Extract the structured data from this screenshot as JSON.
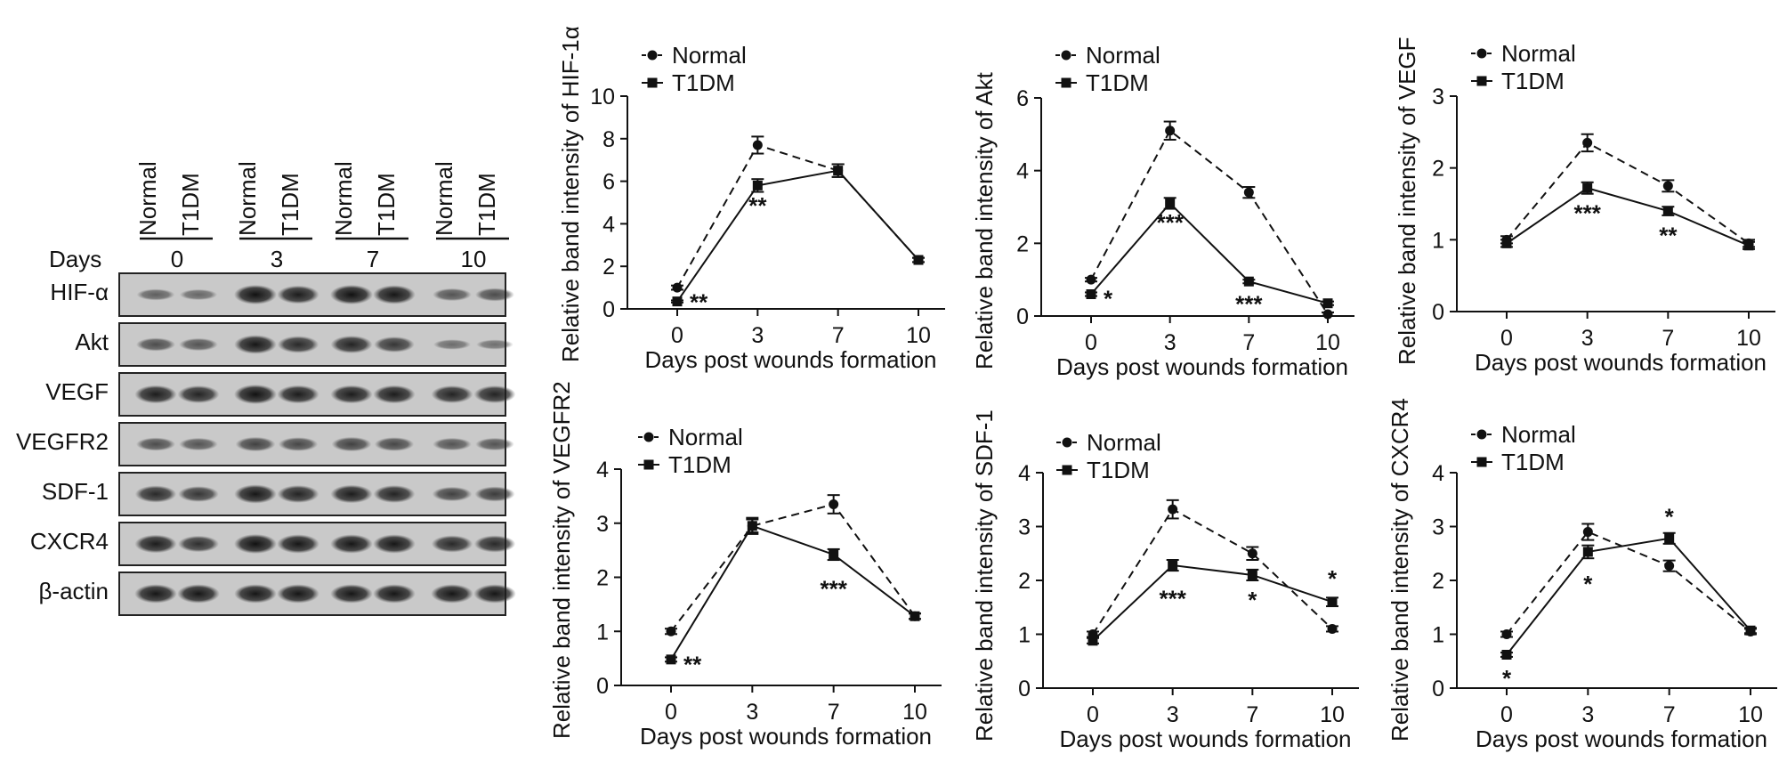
{
  "blot": {
    "groups": [
      "Normal",
      "T1DM",
      "Normal",
      "T1DM",
      "Normal",
      "T1DM",
      "Normal",
      "T1DM"
    ],
    "days_label": "Days",
    "days": [
      "0",
      "3",
      "7",
      "10"
    ],
    "proteins": [
      "HIF-α",
      "Akt",
      "VEGF",
      "VEGFR2",
      "SDF-1",
      "CXCR4",
      "β-actin"
    ]
  },
  "chart_data": [
    {
      "type": "line",
      "title": "",
      "xlabel": "Days post wounds formation",
      "ylabel": "Relative band intensity of HIF-1α",
      "categories": [
        "0",
        "3",
        "7",
        "10"
      ],
      "ylim": [
        0,
        10
      ],
      "yticks": [
        0,
        2,
        4,
        6,
        8,
        10
      ],
      "legend": "top-left",
      "grid": false,
      "series": [
        {
          "name": "Normal",
          "values": [
            1.0,
            7.7,
            6.5,
            2.3
          ],
          "errors": [
            0.1,
            0.4,
            0.3,
            0.1
          ],
          "line": "dashed",
          "marker": "circle"
        },
        {
          "name": "T1DM",
          "values": [
            0.35,
            5.8,
            6.5,
            2.3
          ],
          "errors": [
            0.05,
            0.3,
            0.3,
            0.1
          ],
          "line": "solid",
          "marker": "square"
        }
      ],
      "significance": [
        {
          "day": "0",
          "label": "**",
          "at": 0.35,
          "side": "right"
        },
        {
          "day": "3",
          "label": "**",
          "at": 4.9,
          "side": "below"
        }
      ]
    },
    {
      "type": "line",
      "title": "",
      "xlabel": "Days post wounds formation",
      "ylabel": "Relative band intensity of Akt",
      "categories": [
        "0",
        "3",
        "7",
        "10"
      ],
      "ylim": [
        0,
        6
      ],
      "yticks": [
        0,
        2,
        4,
        6
      ],
      "legend": "top-left",
      "grid": false,
      "series": [
        {
          "name": "Normal",
          "values": [
            1.0,
            5.1,
            3.4,
            0.05
          ],
          "errors": [
            0.05,
            0.25,
            0.15,
            0.05
          ],
          "line": "dashed",
          "marker": "circle"
        },
        {
          "name": "T1DM",
          "values": [
            0.6,
            3.1,
            0.95,
            0.35
          ],
          "errors": [
            0.05,
            0.15,
            0.05,
            0.05
          ],
          "line": "solid",
          "marker": "square"
        }
      ],
      "significance": [
        {
          "day": "0",
          "label": "*",
          "at": 0.5,
          "side": "right"
        },
        {
          "day": "3",
          "label": "***",
          "at": 2.6,
          "side": "below"
        },
        {
          "day": "7",
          "label": "***",
          "at": 0.35,
          "side": "below"
        }
      ]
    },
    {
      "type": "line",
      "title": "",
      "xlabel": "Days post wounds formation",
      "ylabel": "Relative band intensity of VEGF",
      "categories": [
        "0",
        "3",
        "7",
        "10"
      ],
      "ylim": [
        0,
        3
      ],
      "yticks": [
        0,
        1,
        2,
        3
      ],
      "legend": "top-left",
      "grid": false,
      "series": [
        {
          "name": "Normal",
          "values": [
            1.0,
            2.35,
            1.75,
            0.95
          ],
          "errors": [
            0.05,
            0.12,
            0.08,
            0.05
          ],
          "line": "dashed",
          "marker": "circle"
        },
        {
          "name": "T1DM",
          "values": [
            0.95,
            1.72,
            1.4,
            0.92
          ],
          "errors": [
            0.05,
            0.08,
            0.06,
            0.05
          ],
          "line": "solid",
          "marker": "square"
        }
      ],
      "significance": [
        {
          "day": "3",
          "label": "***",
          "at": 1.38,
          "side": "below"
        },
        {
          "day": "7",
          "label": "**",
          "at": 1.07,
          "side": "below"
        }
      ]
    },
    {
      "type": "line",
      "title": "",
      "xlabel": "Days post wounds formation",
      "ylabel": "Relative band intensity of VEGFR2",
      "categories": [
        "0",
        "3",
        "7",
        "10"
      ],
      "ylim": [
        0,
        4
      ],
      "yticks": [
        0,
        1,
        2,
        3,
        4
      ],
      "legend": "top-left",
      "grid": false,
      "series": [
        {
          "name": "Normal",
          "values": [
            1.0,
            2.95,
            3.35,
            1.28
          ],
          "errors": [
            0.05,
            0.15,
            0.17,
            0.05
          ],
          "line": "dashed",
          "marker": "circle"
        },
        {
          "name": "T1DM",
          "values": [
            0.48,
            2.95,
            2.42,
            1.28
          ],
          "errors": [
            0.04,
            0.12,
            0.1,
            0.05
          ],
          "line": "solid",
          "marker": "square"
        }
      ],
      "significance": [
        {
          "day": "0",
          "label": "**",
          "at": 0.4,
          "side": "right"
        },
        {
          "day": "7",
          "label": "***",
          "at": 1.8,
          "side": "below"
        }
      ]
    },
    {
      "type": "line",
      "title": "",
      "xlabel": "Days post wounds formation",
      "ylabel": "Relative band intensity of SDF-1",
      "categories": [
        "0",
        "3",
        "7",
        "10"
      ],
      "ylim": [
        0,
        4
      ],
      "yticks": [
        0,
        1,
        2,
        3,
        4
      ],
      "legend": "top-left",
      "grid": false,
      "series": [
        {
          "name": "Normal",
          "values": [
            1.0,
            3.32,
            2.5,
            1.1
          ],
          "errors": [
            0.05,
            0.17,
            0.12,
            0.05
          ],
          "line": "dashed",
          "marker": "circle"
        },
        {
          "name": "T1DM",
          "values": [
            0.88,
            2.28,
            2.1,
            1.6
          ],
          "errors": [
            0.05,
            0.1,
            0.1,
            0.08
          ],
          "line": "solid",
          "marker": "square"
        }
      ],
      "significance": [
        {
          "day": "3",
          "label": "***",
          "at": 1.68,
          "side": "below"
        },
        {
          "day": "7",
          "label": "*",
          "at": 1.65,
          "side": "below"
        },
        {
          "day": "10",
          "label": "*",
          "at": 2.05,
          "side": "above"
        }
      ]
    },
    {
      "type": "line",
      "title": "",
      "xlabel": "Days post wounds formation",
      "ylabel": "Relative band intensity of CXCR4",
      "categories": [
        "0",
        "3",
        "7",
        "10"
      ],
      "ylim": [
        0,
        4
      ],
      "yticks": [
        0,
        1,
        2,
        3,
        4
      ],
      "legend": "top-left",
      "grid": false,
      "series": [
        {
          "name": "Normal",
          "values": [
            1.0,
            2.9,
            2.27,
            1.05
          ],
          "errors": [
            0.05,
            0.15,
            0.1,
            0.05
          ],
          "line": "dashed",
          "marker": "circle"
        },
        {
          "name": "T1DM",
          "values": [
            0.62,
            2.53,
            2.78,
            1.07
          ],
          "errors": [
            0.04,
            0.12,
            0.1,
            0.05
          ],
          "line": "solid",
          "marker": "square"
        }
      ],
      "significance": [
        {
          "day": "0",
          "label": "*",
          "at": 0.2,
          "side": "below"
        },
        {
          "day": "3",
          "label": "*",
          "at": 1.95,
          "side": "below"
        },
        {
          "day": "7",
          "label": "*",
          "at": 3.2,
          "side": "above"
        }
      ]
    }
  ]
}
